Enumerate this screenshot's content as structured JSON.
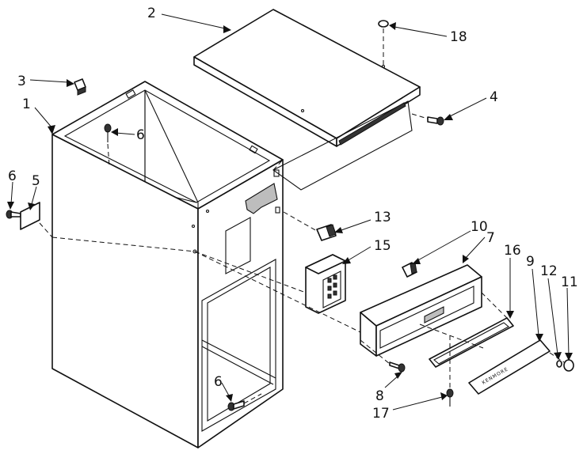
{
  "callouts": {
    "c1": "1",
    "c2": "2",
    "c3": "3",
    "c4": "4",
    "c5": "5",
    "c6a": "6",
    "c6b": "6",
    "c6c": "6",
    "c7": "7",
    "c8": "8",
    "c9": "9",
    "c10": "10",
    "c11": "11",
    "c12": "12",
    "c13": "13",
    "c15": "15",
    "c16": "16",
    "c17": "17",
    "c18": "18"
  },
  "nameplate_text": "KENMORE"
}
